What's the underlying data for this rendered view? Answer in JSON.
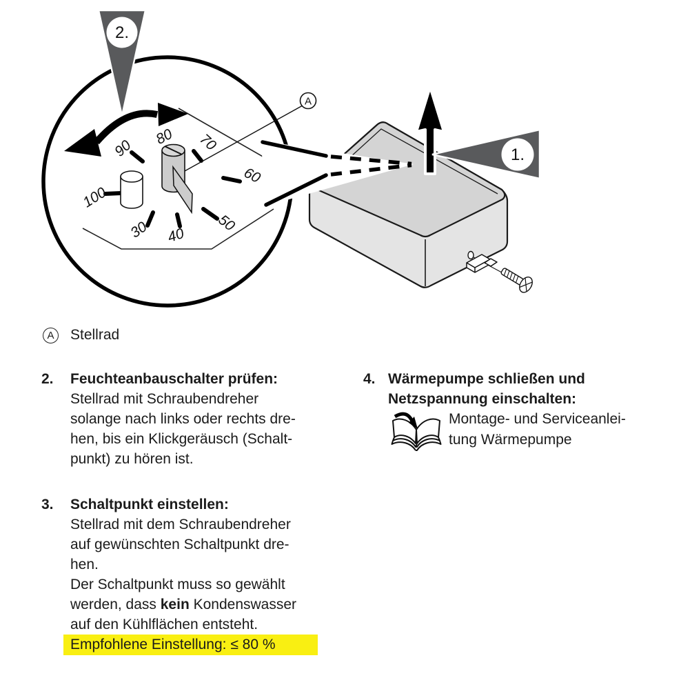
{
  "page": {
    "background": "#ffffff",
    "text_color": "#1b1b1b"
  },
  "figure": {
    "step1_label": "1.",
    "step2_label": "2.",
    "part_marker": "A",
    "dial_labels": [
      "30",
      "40",
      "50",
      "60",
      "70",
      "80",
      "90",
      "100"
    ],
    "colors": {
      "pointer_gray": "#595a5c",
      "box_top_gray": "#d4d4d4",
      "box_side_gray": "#e4e4e4",
      "cylinder_gray": "#cccccc"
    }
  },
  "legend": {
    "marker": "A",
    "label": "Stellrad"
  },
  "steps": {
    "step2": {
      "number": "2.",
      "heading": "Feuchteanbauschalter prüfen:",
      "lines": [
        "Stellrad mit Schraubendreher",
        "solange nach links oder rechts dre-",
        "hen, bis ein Klickgeräusch (Schalt-",
        "punkt) zu hören ist."
      ]
    },
    "step3": {
      "number": "3.",
      "heading": "Schaltpunkt einstellen:",
      "lines": [
        "Stellrad mit dem Schraubendreher",
        "auf gewünschten Schaltpunkt dre-",
        "hen.",
        "Der Schaltpunkt muss so gewählt"
      ],
      "emphasis": {
        "prefix": "werden, dass ",
        "bold": "kein",
        "suffix": " Kondenswasser"
      },
      "line_after": "auf den Kühlflächen entsteht.",
      "highlight": {
        "text": "Empfohlene Einstellung: ≤ 80 %",
        "color": "#f9ef12"
      }
    },
    "step4": {
      "number": "4.",
      "heading_lines": [
        "Wärmepumpe schließen und",
        "Netzspannung einschalten:"
      ],
      "reference_lines": [
        "Montage- und Serviceanlei-",
        "tung Wärmepumpe"
      ]
    }
  }
}
